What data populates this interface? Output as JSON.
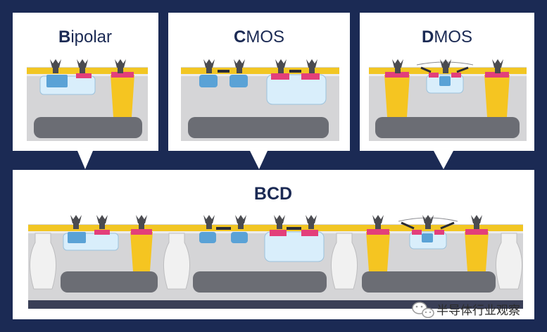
{
  "colors": {
    "frame": "#1b2a54",
    "panel": "#ffffff",
    "substrate": "#d5d5d7",
    "dark_layer": "#6b6d74",
    "gold_line": "#f2c623",
    "pink": "#e33f7a",
    "blue": "#5aa2d6",
    "light_blue": "#d9eefb",
    "yellow": "#f5c521",
    "contact": "#4a4b50",
    "isolation": "#f1f1f1",
    "bottom_bar": "#3a3f57"
  },
  "panels": {
    "bipolar": {
      "title_initial": "B",
      "title_rest": "ipolar"
    },
    "cmos": {
      "title_initial": "C",
      "title_rest": "MOS"
    },
    "dmos": {
      "title_initial": "D",
      "title_rest": "MOS"
    },
    "bcd": {
      "title": "BCD"
    }
  },
  "watermark": {
    "icon": "wechat-icon",
    "text": "半导体行业观察"
  }
}
